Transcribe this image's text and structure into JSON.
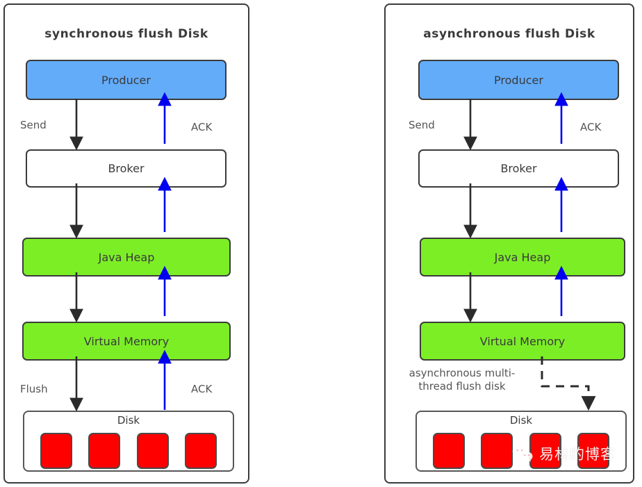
{
  "panels": [
    {
      "id": "synchronous",
      "title": "synchronous flush Disk",
      "nodes": [
        {
          "label": "Producer",
          "color": "blue"
        },
        {
          "label": "Broker",
          "color": "white"
        },
        {
          "label": "Java Heap",
          "color": "green"
        },
        {
          "label": "Virtual Memory",
          "color": "green"
        }
      ],
      "disk": {
        "label": "Disk",
        "block_count": 4,
        "block_color": "#ff0000"
      },
      "edge_labels": [
        {
          "text": "Send"
        },
        {
          "text": "ACK"
        },
        {
          "text": "Flush"
        },
        {
          "text": "ACK"
        }
      ]
    },
    {
      "id": "asynchronous",
      "title": "asynchronous flush Disk",
      "nodes": [
        {
          "label": "Producer",
          "color": "blue"
        },
        {
          "label": "Broker",
          "color": "white"
        },
        {
          "label": "Java Heap",
          "color": "green"
        },
        {
          "label": "Virtual Memory",
          "color": "green"
        }
      ],
      "disk": {
        "label": "Disk",
        "block_count": 4,
        "block_color": "#ff0000"
      },
      "edge_labels": [
        {
          "text": "Send"
        },
        {
          "text": "ACK"
        },
        {
          "text": "asynchronous multi-thread flush disk"
        }
      ]
    }
  ],
  "colors": {
    "producer_blue": "#63acfa",
    "memory_green": "#7cee26",
    "disk_block_red": "#ff0000",
    "down_arrow_black": "#2b2b2b",
    "ack_arrow_blue": "#0000ee",
    "border_gray": "#3b3b3b"
  },
  "watermark": {
    "text": "易林的博客",
    "icon": "wechat-icon"
  }
}
